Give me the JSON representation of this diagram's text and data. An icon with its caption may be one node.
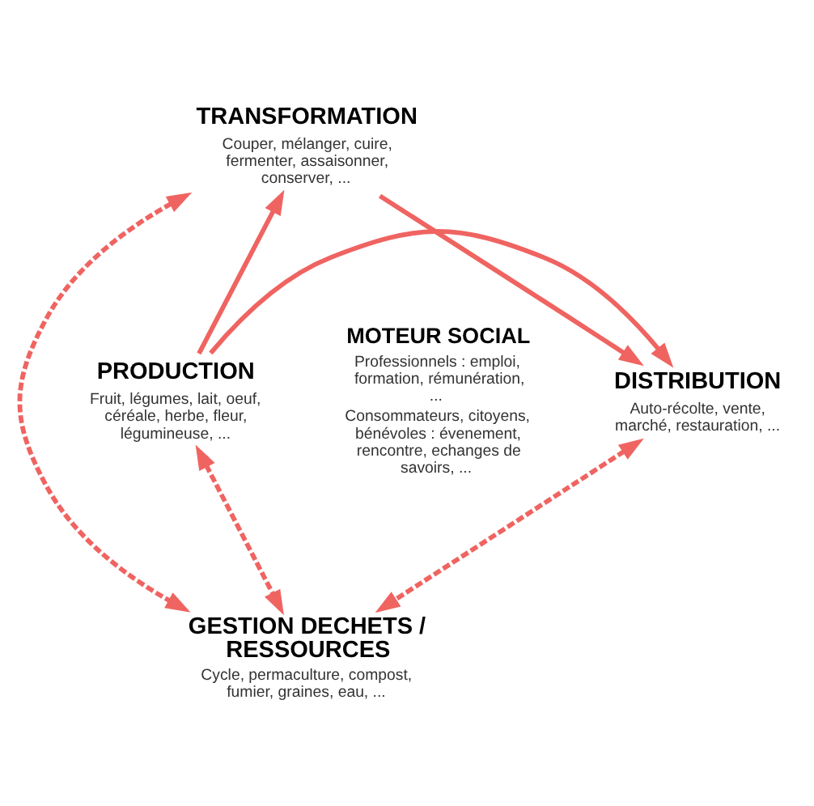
{
  "diagram": {
    "nodes": [
      {
        "text": [
          "TRANSFORMATION",
          "Couper, mélanger, cuire, fermenter, assaisonner, conserver, ..."
        ]
      },
      {
        "text": [
          "PRODUCTION",
          "Fruit, légumes, lait, oeuf, céréale, herbe, fleur, légumineuse, ..."
        ]
      },
      {
        "text": [
          "MOTEUR SOCIAL",
          "Professionnels : emploi, formation, rémunération, ...",
          "Consommateurs, citoyens, bénévoles : évenement, rencontre, echanges de savoirs, ..."
        ]
      },
      {
        "text": [
          "DISTRIBUTION",
          "Auto-récolte, vente, marché, restauration, ..."
        ]
      },
      {
        "text": [
          "GESTION DECHETS / RESSOURCES",
          "Cycle, permaculture, compost, fumier, graines, eau, ..."
        ]
      }
    ],
    "edges": [
      {
        "from": 1,
        "to": 0,
        "arrow": "to"
      },
      {
        "from": 0,
        "to": 3,
        "arrow": "to"
      },
      {
        "from": 1,
        "to": 3,
        "arrow": "to"
      },
      {
        "from": 0,
        "to": 4,
        "arrow": "both",
        "style": "dashed"
      },
      {
        "from": 1,
        "to": 4,
        "arrow": "both",
        "style": "dashed"
      },
      {
        "from": 3,
        "to": 4,
        "arrow": "both",
        "style": "dashed"
      }
    ]
  }
}
